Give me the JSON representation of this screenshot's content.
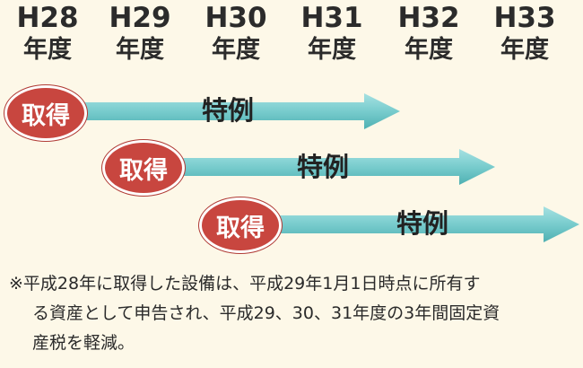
{
  "years": [
    {
      "era": "H28",
      "unit": "年度"
    },
    {
      "era": "H29",
      "unit": "年度"
    },
    {
      "era": "H30",
      "unit": "年度"
    },
    {
      "era": "H31",
      "unit": "年度"
    },
    {
      "era": "H32",
      "unit": "年度"
    },
    {
      "era": "H33",
      "unit": "年度"
    }
  ],
  "rows": [
    {
      "badge": "取得",
      "label": "特例"
    },
    {
      "badge": "取得",
      "label": "特例"
    },
    {
      "badge": "取得",
      "label": "特例"
    }
  ],
  "note": {
    "line1": "※平成28年に取得した設備は、平成29年1月1日時点に所有す",
    "line2": "る資産として申告され、平成29、30、31年度の3年間固定資",
    "line3": "産税を軽減。"
  },
  "colors": {
    "badge": "#c8463f",
    "arrow": "#7ccfd0",
    "background": "#fdf8e8"
  }
}
